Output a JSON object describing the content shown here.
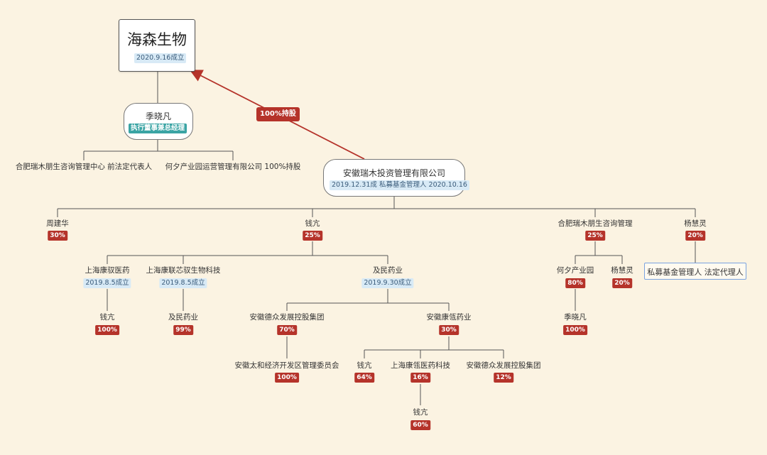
{
  "root": {
    "name": "海森生物",
    "founded": "2020.9.16成立"
  },
  "edge_label": "100%持股",
  "jixiaofan": {
    "name": "季晓凡",
    "role": "执行董事兼总经理"
  },
  "jixiaofan_children": [
    "合肥瑞木朋生咨询管理中心 前法定代表人",
    "何夕产业园运营管理有限公司 100%持股"
  ],
  "anhui_ruimu": {
    "name": "安徽瑞木投资管理有限公司",
    "founded": "2019.12.31成立",
    "fund_registered": "私募基金管理人 2020.10.16"
  },
  "shareholders": [
    {
      "name": "周建华",
      "pct": "30%"
    },
    {
      "name": "钱亢",
      "pct": "25%"
    },
    {
      "name": "合肥瑞木朋生咨询管理",
      "pct": "25%"
    },
    {
      "name": "杨慧灵",
      "pct": "20%"
    }
  ],
  "qiankang_holdings": [
    {
      "name": "上海康驭医药",
      "founded": "2019.8.5成立",
      "child": "钱亢",
      "child_pct": "100%"
    },
    {
      "name": "上海康联芯驭生物科技",
      "founded": "2019.8.5成立",
      "child": "及民药业",
      "child_pct": "99%"
    },
    {
      "name": "及民药业",
      "founded": "2019.9.30成立"
    }
  ],
  "jimin_shareholders": [
    {
      "name": "安徽德众发展控股集团",
      "pct": "70%",
      "child": "安徽太和经济开发区管理委员会",
      "child_pct": "100%"
    },
    {
      "name": "安徽康瓴药业",
      "pct": "30%"
    }
  ],
  "kangling_shareholders": [
    {
      "name": "钱亢",
      "pct": "64%"
    },
    {
      "name": "上海康瓴医药科技",
      "pct": "16%",
      "child": "钱亢",
      "child_pct": "60%"
    },
    {
      "name": "安徽德众发展控股集团",
      "pct": "12%"
    }
  ],
  "hefei_holders": [
    {
      "name": "何夕产业园",
      "pct": "80%",
      "child": "季晓凡",
      "child_pct": "100%"
    },
    {
      "name": "杨慧灵",
      "pct": "20%"
    }
  ],
  "yanghuiling_note": "私募基金管理人 法定代理人",
  "colors": {
    "background": "#fbf3e2",
    "pct_badge": "#b5332a",
    "date_badge": "#d8eaf6",
    "role_badge": "#3aa4a4",
    "arrow": "#b5332a",
    "note_border": "#7aa3e0"
  }
}
